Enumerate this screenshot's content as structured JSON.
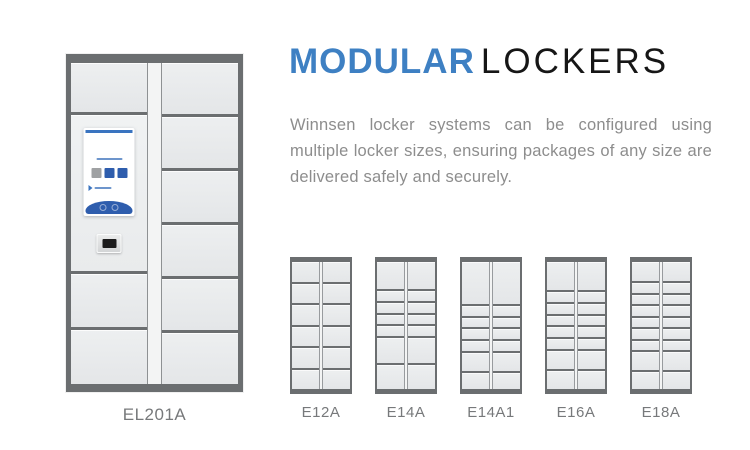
{
  "heading": {
    "title_primary": "MODULAR",
    "title_secondary": "LOCKERS"
  },
  "intro": {
    "text": "Winnsen locker systems can be configured using multiple locker sizes, ensuring packages of any size are delivered safely and securely."
  },
  "main_locker": {
    "label": "EL201A",
    "left_column_rows": [
      {
        "type": "door",
        "size": 50
      },
      {
        "type": "control-panel",
        "size": 158
      },
      {
        "type": "door",
        "size": 53
      },
      {
        "type": "door",
        "size": 55
      }
    ],
    "right_column_doors": 6,
    "panel_features": [
      "touch-screen",
      "card-reader"
    ]
  },
  "mini_lockers": [
    {
      "label": "E12A",
      "doors": 12,
      "row_pattern": [
        1,
        1,
        1,
        1,
        1,
        1
      ]
    },
    {
      "label": "E14A",
      "doors": 14,
      "row_pattern": [
        2.7,
        1,
        1,
        1,
        1,
        2.5,
        2.4
      ]
    },
    {
      "label": "E14A1",
      "doors": 14,
      "row_pattern": [
        4.2,
        1,
        1,
        1,
        1,
        1.75,
        1.65
      ]
    },
    {
      "label": "E16A",
      "doors": 16,
      "row_pattern": [
        2.9,
        1,
        1,
        1,
        1,
        1,
        1.9,
        1.85
      ]
    },
    {
      "label": "E18A",
      "doors": 18,
      "row_pattern": [
        2,
        1,
        1,
        1,
        1,
        1,
        1,
        1.85,
        1.8
      ]
    }
  ],
  "colors": {
    "accent_blue": "#3e80c3",
    "heading_black": "#161616",
    "paragraph_gray": "#8d8d8d",
    "label_gray": "#77797b",
    "frame_dark": "#6b6e70",
    "door_light": "#e9ebec",
    "screen_blue": "#3a74c0",
    "screen_dark_blue": "#2e5dad"
  }
}
